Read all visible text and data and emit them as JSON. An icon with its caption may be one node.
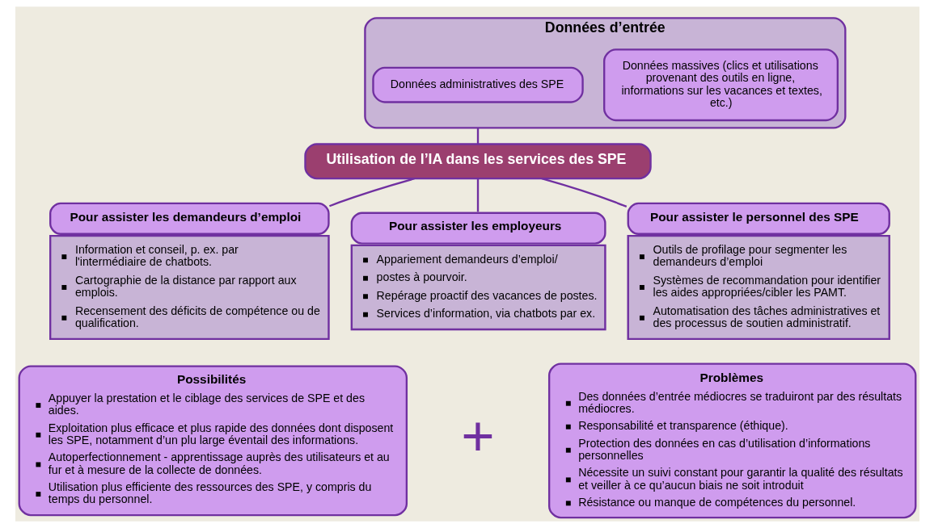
{
  "diagram": {
    "nodes": [
      {
        "text": [
          "Données d’entrée"
        ]
      },
      {
        "text": [
          "Données administratives des SPE"
        ],
        "in": 0
      },
      {
        "text": [
          "Données massives (clics et utilisations provenant des outils en ligne, informations sur les vacances et textes, etc.)"
        ],
        "in": 0
      },
      {
        "text": [
          "Utilisation de l’IA dans les services des SPE"
        ]
      },
      {
        "text": [
          "Pour assister les demandeurs d’emploi",
          "Information et conseil, p. ex. par l'intermédiaire de chatbots.",
          "Cartographie de la distance par rapport aux emplois.",
          "Recensement des déficits de compétence ou de qualification."
        ]
      },
      {
        "text": [
          "Pour assister les employeurs",
          "Appariement demandeurs d’emploi/",
          "postes à pourvoir.",
          "Repérage proactif des vacances de postes.",
          "Services d’information, via chatbots par ex."
        ]
      },
      {
        "text": [
          "Pour assister le personnel des SPE",
          "Outils de profilage pour segmenter les demandeurs d’emploi",
          "Systèmes de recommandation pour identifier les aides appropriées/cibler les PAMT.",
          "Automatisation des tâches administratives et des processus de soutien administratif."
        ]
      },
      {
        "text": [
          "Possibilités",
          "Appuyer la prestation et le ciblage des services de SPE et des aides.",
          "Exploitation plus efficace et plus rapide des données dont disposent les SPE, notamment d’un plu large éventail des informations.",
          "Autoperfectionnement - apprentissage auprès des utilisateurs et au fur et à mesure de la collecte de données.",
          "Utilisation plus efficiente des ressources des SPE, y compris du temps du personnel."
        ]
      },
      {
        "text": [
          "Problèmes",
          "Des données d’entrée médiocres se traduiront par des résultats médiocres.",
          "Responsabilité et transparence (éthique).",
          "Protection des données en cas d’utilisation d’informations personnelles",
          "Nécessite un suivi constant pour garantir la qualité des résultats et veiller à ce qu’aucun biais ne soit introduit",
          "Résistance ou manque de compétences du personnel."
        ]
      }
    ],
    "edges": [
      {
        "from": 0,
        "to": 3,
        "arrow": "none"
      },
      {
        "from": 3,
        "to": 4,
        "arrow": "none"
      },
      {
        "from": 3,
        "to": 5,
        "arrow": "none"
      },
      {
        "from": 3,
        "to": 6,
        "arrow": "none"
      }
    ],
    "labels": [
      "+"
    ]
  }
}
